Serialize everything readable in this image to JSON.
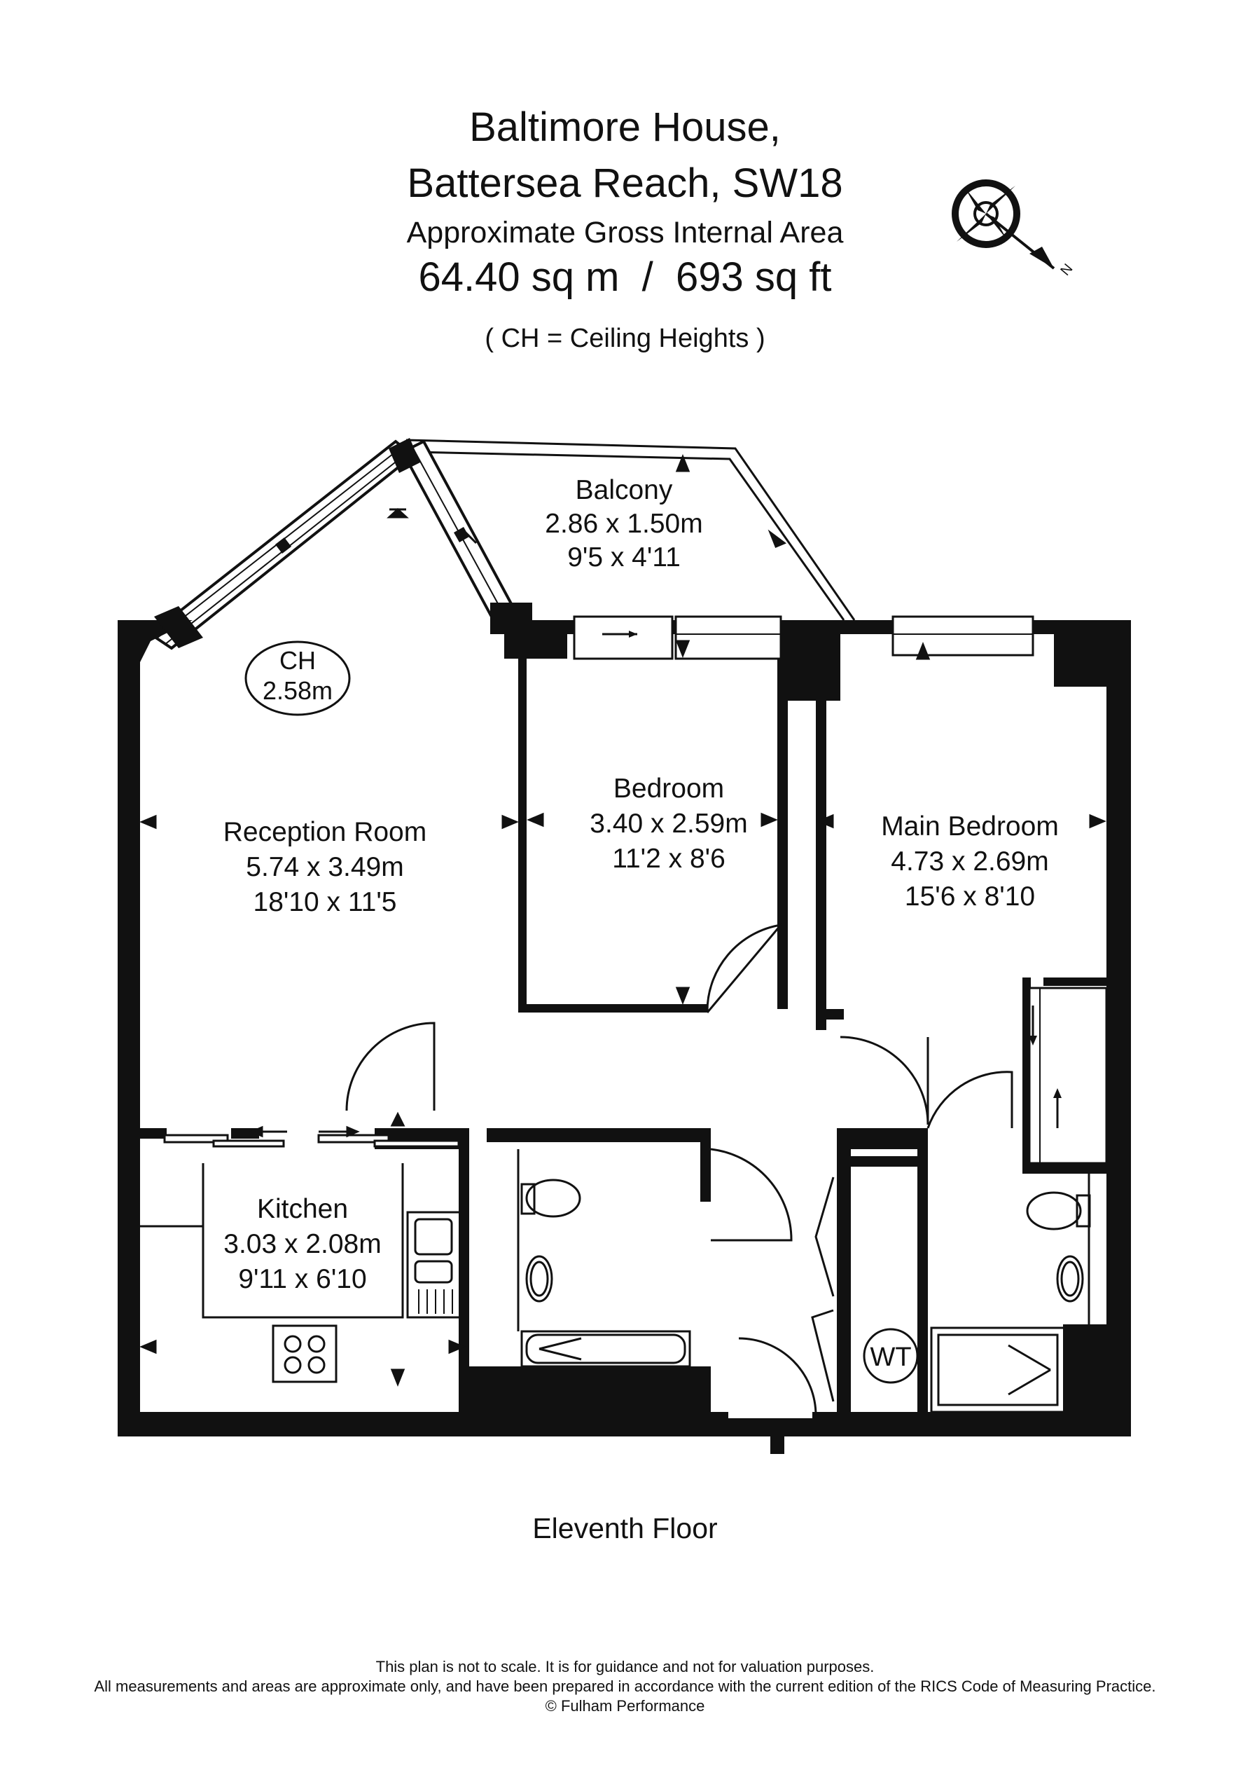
{
  "header": {
    "line1": "Baltimore House,",
    "line2": "Battersea Reach, SW18",
    "line3": "Approximate Gross Internal Area",
    "line4": "64.40 sq m  /  693 sq ft",
    "line5": "( CH = Ceiling Heights )"
  },
  "compass": {
    "letter": "N"
  },
  "ceiling": {
    "label": "CH",
    "value": "2.58m"
  },
  "rooms": {
    "balcony": {
      "name": "Balcony",
      "metric": "2.86 x 1.50m",
      "imperial": "9'5 x 4'11"
    },
    "reception": {
      "name": "Reception Room",
      "metric": "5.74 x 3.49m",
      "imperial": "18'10 x 11'5"
    },
    "bedroom": {
      "name": "Bedroom",
      "metric": "3.40 x 2.59m",
      "imperial": "11'2 x 8'6"
    },
    "main_bedroom": {
      "name": "Main Bedroom",
      "metric": "4.73 x 2.69m",
      "imperial": "15'6 x 8'10"
    },
    "kitchen": {
      "name": "Kitchen",
      "metric": "3.03 x 2.08m",
      "imperial": "9'11 x 6'10"
    }
  },
  "wt_label": "WT",
  "floor_name": "Eleventh Floor",
  "disclaimer": {
    "line1": "This plan is not to scale. It is for guidance and not for valuation purposes.",
    "line2": "All measurements and areas are approximate only, and have been prepared in accordance with the current edition of the RICS Code of Measuring Practice.",
    "line3": "© Fulham Performance"
  }
}
